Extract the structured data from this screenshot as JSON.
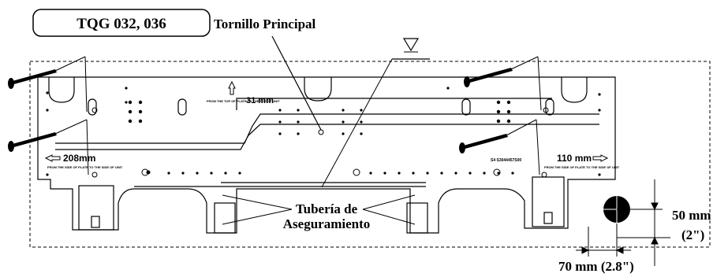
{
  "model_box": "TQG 032, 036",
  "main_screw_label": "Tornillo Principal",
  "pipe_label_line1": "Tubería de",
  "pipe_label_line2": "Aseguramiento",
  "left_distance": "208mm",
  "center_distance": "31 mm",
  "right_distance": "110 mm",
  "part_number": "S4 S3044457S00",
  "left_note": "FROM THE SIDE OF PLATE TO THE SIDE OF UNIT",
  "right_note": "FROM THE SIDE OF PLATE TO THE SIDE OF UNIT",
  "top_note": "FROM THE TOP OF PLATE TO THE TOP OF UNIT",
  "hole_vertical": "50 mm",
  "hole_vertical_in": "(2\")",
  "hole_horizontal": "70 mm (2.8\")",
  "level_symbol": "∇"
}
